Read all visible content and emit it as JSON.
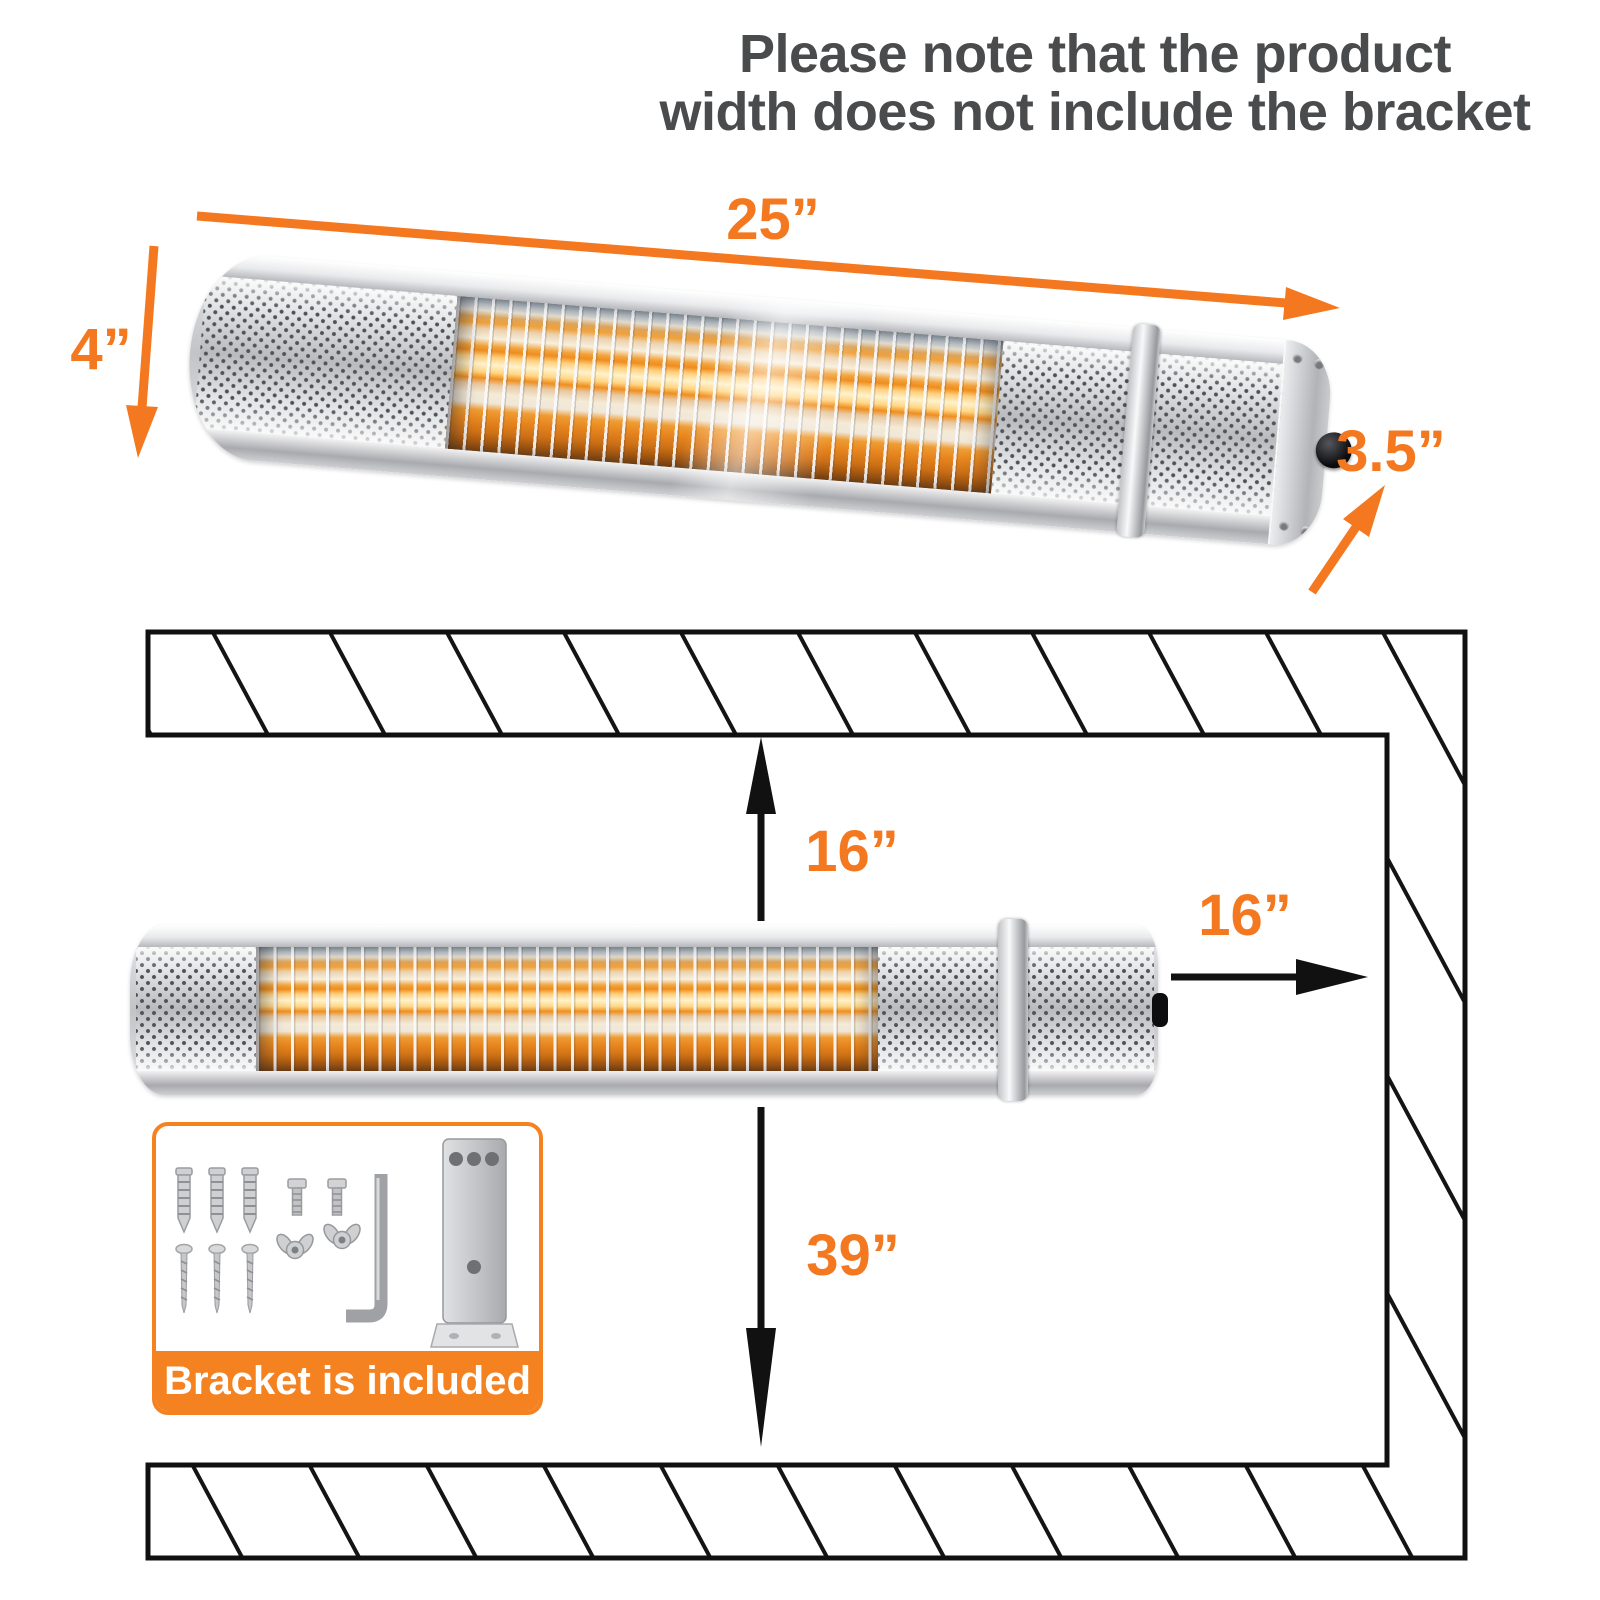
{
  "colors": {
    "accent_orange": "#f4781f",
    "banner_orange": "#f58220",
    "title_gray": "#4a4b4d",
    "dimension_black": "#111111"
  },
  "title": {
    "line1": "Please note that the product",
    "line2": "width does not include the bracket"
  },
  "product_dimensions": {
    "width": "25”",
    "height": "4”",
    "depth": "3.5”"
  },
  "mounting_clearances": {
    "above": "16”",
    "side": "16”",
    "below": "39”"
  },
  "bracket_box": {
    "banner": "Bracket is included",
    "hardware": [
      {
        "icon": "wall-anchor-icon",
        "count": 3
      },
      {
        "icon": "screw-icon",
        "count": 3
      },
      {
        "icon": "bolt-icon",
        "count": 2
      },
      {
        "icon": "wing-nut-icon",
        "count": 2
      },
      {
        "icon": "allen-key-icon",
        "count": 1
      },
      {
        "icon": "l-bracket-icon",
        "count": 1
      }
    ]
  }
}
